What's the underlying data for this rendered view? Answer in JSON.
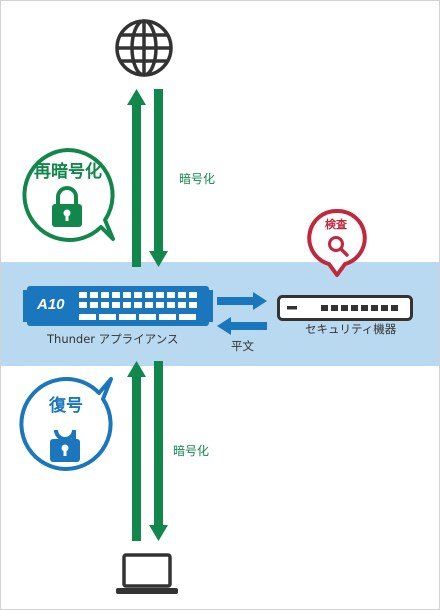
{
  "labels": {
    "reencrypt": "再暗号化",
    "encrypt_top": "暗号化",
    "inspect": "検査",
    "appliance": "Thunder アプライアンス",
    "security_device": "セキュリティ機器",
    "plaintext": "平文",
    "decrypt": "復号",
    "encrypt_bottom": "暗号化"
  },
  "logo": {
    "text": "A10"
  },
  "icons": {
    "internet": "globe-icon",
    "client": "laptop-icon",
    "reencrypt": "padlock-closed-icon",
    "decrypt": "padlock-open-icon",
    "inspect": "magnifier-icon"
  },
  "colors": {
    "green": "#12874c",
    "blue": "#1a76bd",
    "red": "#c1273d",
    "band": "#b8d9ef",
    "dark": "#333333"
  }
}
